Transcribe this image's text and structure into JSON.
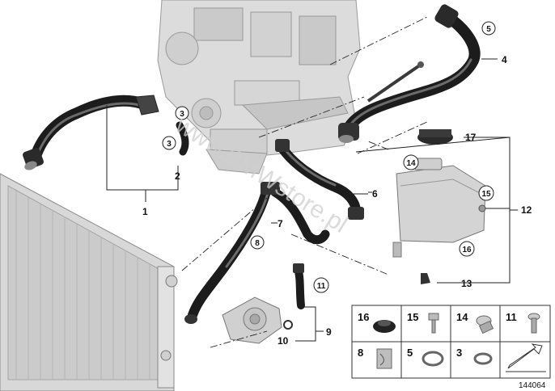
{
  "diagram_number": "144064",
  "watermark": "www.BMWstore.pl",
  "callouts": {
    "c1": "1",
    "c2": "2",
    "c4": "4",
    "c6": "6",
    "c7": "7",
    "c9": "9",
    "c10": "10",
    "c12": "12",
    "c13": "13",
    "c17": "17"
  },
  "circled": {
    "c3a": "3",
    "c3b": "3",
    "c5": "5",
    "c8": "8",
    "c11": "11",
    "c14": "14",
    "c15": "15",
    "c16": "16"
  },
  "legend": {
    "cells": [
      "16",
      "15",
      "14",
      "11",
      "8",
      "5",
      "3"
    ]
  },
  "colors": {
    "hose": "#1c1c1c",
    "engine": "#d9d9d9",
    "radiator": "#cfcfcf",
    "tank": "#d4d4d4"
  }
}
